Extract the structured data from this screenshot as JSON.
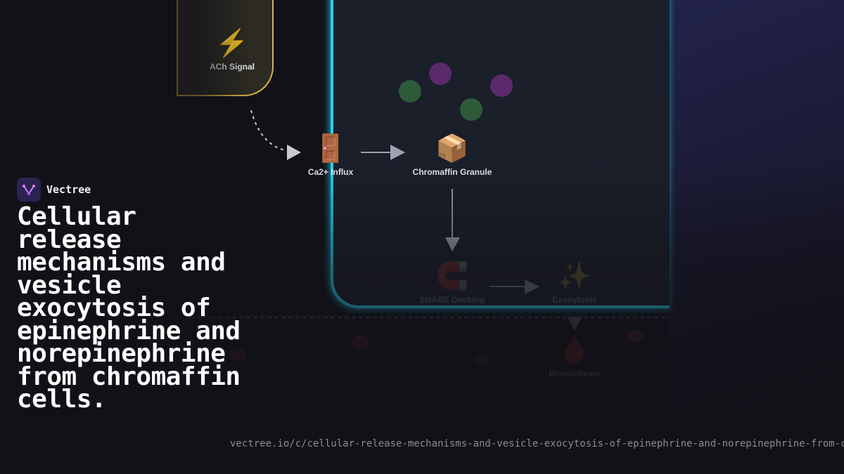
{
  "brand": {
    "name": "Vectree"
  },
  "title": "Cellular release mechanisms and vesicle exocytosis of epinephrine and norepinephrine from chromaffin cells.",
  "url": "vectree.io/c/cellular-release-mechanisms-and-vesicle-exocytosis-of-epinephrine-and-norepinephrine-from-c",
  "colors": {
    "membrane": "#22d3ee",
    "signal_border": "#d9b642",
    "background": "#121118",
    "cell": "#1a1f2a"
  },
  "diagram": {
    "nodes": {
      "ach": {
        "label": "ACh Signal",
        "icon": "lightning-icon",
        "glyph": "⚡"
      },
      "calcium": {
        "label": "Ca2+ Influx",
        "icon": "door-icon",
        "glyph": "🚪"
      },
      "granule": {
        "label": "Chromaffin Granule",
        "icon": "package-icon",
        "glyph": "📦"
      },
      "snare": {
        "label": "SNARE Docking",
        "icon": "magnet-icon",
        "glyph": "🧲"
      },
      "exocytosis": {
        "label": "Exocytosis",
        "icon": "sparkles-icon",
        "glyph": "✨"
      },
      "bloodstream": {
        "label": "Bloodstream",
        "icon": "blood-drop-icon",
        "glyph": "🩸"
      }
    }
  }
}
